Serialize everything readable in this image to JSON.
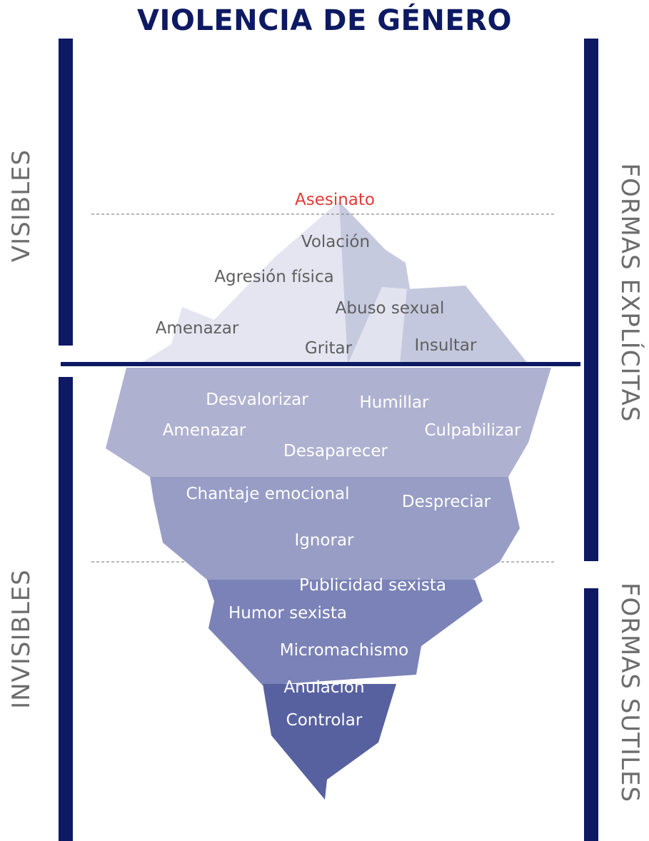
{
  "title": "VIOLENCIA DE GÉNERO",
  "sides": {
    "visibles": "VISIBLES",
    "invisibles": "INVISIBLES",
    "formas_explicitas": "FORMAS EXPLÍCITAS",
    "formas_sutiles": "FORMAS SUTILES"
  },
  "colors": {
    "navy": "#0d1a63",
    "red_label": "#e53935",
    "gray_label": "#5f5f5f"
  },
  "labels": {
    "asesinato": "Asesinato",
    "violacion": "Volación",
    "agresion_fisica": "Agresión física",
    "abuso_sexual": "Abuso sexual",
    "amenazar_top": "Amenazar",
    "gritar": "Gritar",
    "insultar": "Insultar",
    "desvalorizar": "Desvalorizar",
    "humillar": "Humillar",
    "amenazar_mid": "Amenazar",
    "culpabilizar": "Culpabilizar",
    "desaparecer": "Desaparecer",
    "chantaje": "Chantaje emocional",
    "despreciar": "Despreciar",
    "ignorar": "Ignorar",
    "publicidad": "Publicidad sexista",
    "humor": "Humor sexista",
    "micromachismo": "Micromachismo",
    "anulacion": "Anulación",
    "controlar": "Controlar"
  }
}
